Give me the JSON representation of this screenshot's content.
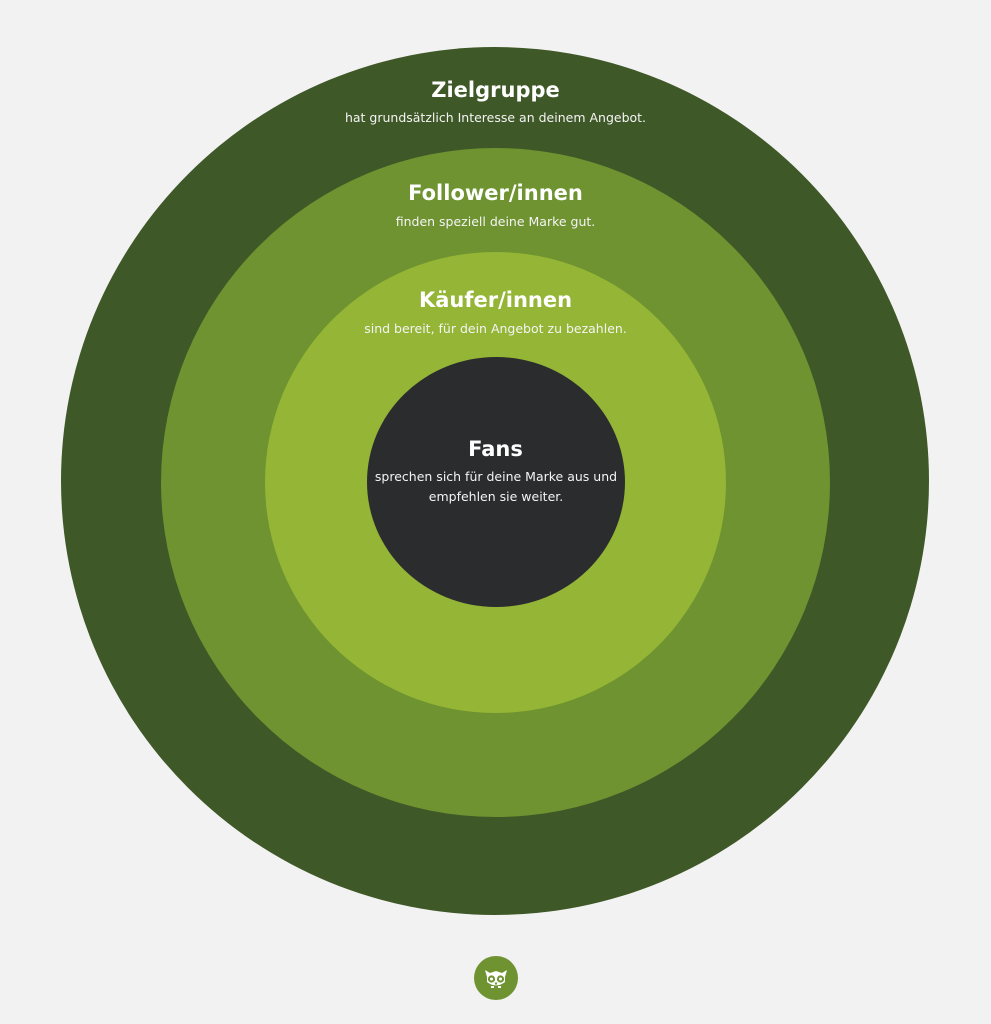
{
  "diagram": {
    "rings": [
      {
        "title": "Zielgruppe",
        "description": "hat grundsätzlich Interesse an deinem Angebot.",
        "color": "#3f5827"
      },
      {
        "title": "Follower/innen",
        "description": "finden speziell deine Marke gut.",
        "color": "#6e9330"
      },
      {
        "title": "Käufer/innen",
        "description": "sind bereit, für dein Angebot zu bezahlen.",
        "color": "#94b535"
      },
      {
        "title": "Fans",
        "description": "sprechen sich für deine Marke aus und empfehlen sie weiter.",
        "color": "#2b2c2e"
      }
    ]
  },
  "logo": {
    "icon": "owl-icon",
    "color": "#6e9330"
  },
  "background": "#f2f2f2"
}
